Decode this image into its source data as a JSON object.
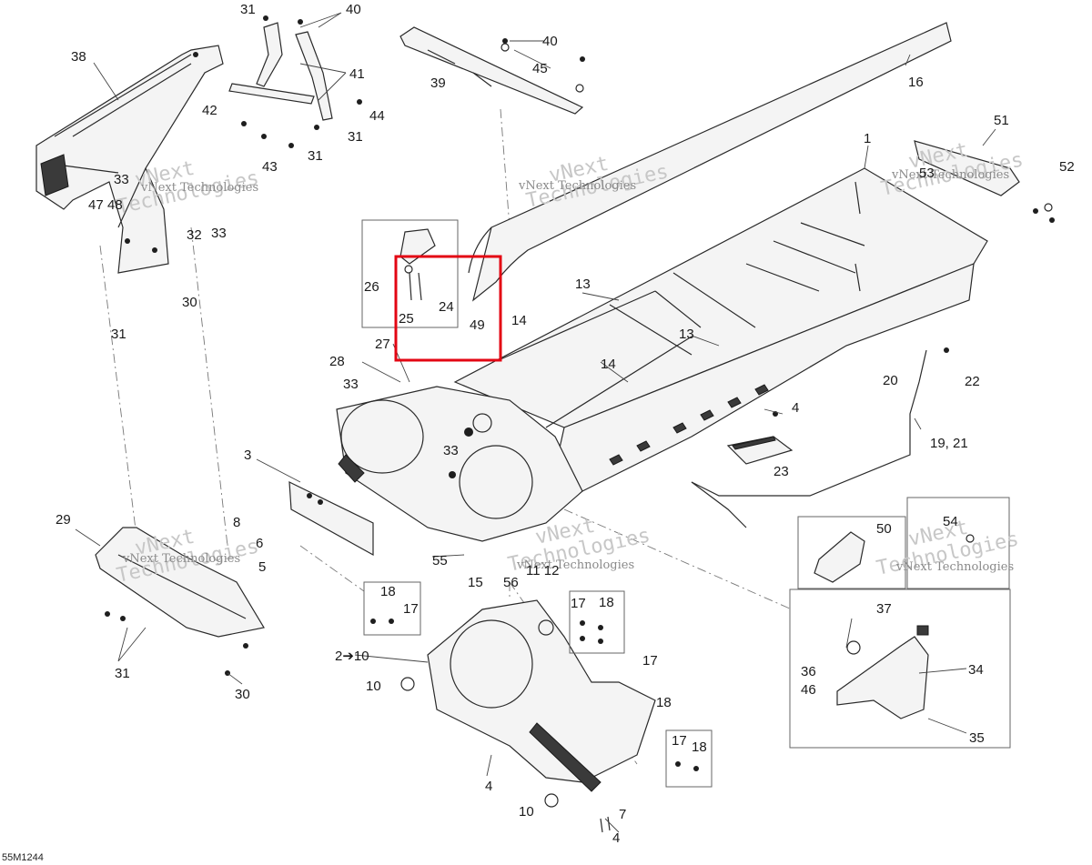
{
  "diagram_code": "55M1244",
  "watermark": {
    "line1": "vNext",
    "line2": "Technologies",
    "caption": "vNext Technologies"
  },
  "callouts": [
    {
      "id": "c1",
      "text": "31"
    },
    {
      "id": "c2",
      "text": "40"
    },
    {
      "id": "c3",
      "text": "38"
    },
    {
      "id": "c4",
      "text": "41"
    },
    {
      "id": "c5",
      "text": "42"
    },
    {
      "id": "c6",
      "text": "44"
    },
    {
      "id": "c7",
      "text": "31"
    },
    {
      "id": "c8",
      "text": "43"
    },
    {
      "id": "c9",
      "text": "31"
    },
    {
      "id": "c10",
      "text": "33"
    },
    {
      "id": "c11",
      "text": "47"
    },
    {
      "id": "c12",
      "text": "48"
    },
    {
      "id": "c13",
      "text": "32"
    },
    {
      "id": "c14",
      "text": "33"
    },
    {
      "id": "c15",
      "text": "30"
    },
    {
      "id": "c16",
      "text": "31"
    },
    {
      "id": "c17",
      "text": "40"
    },
    {
      "id": "c18",
      "text": "45"
    },
    {
      "id": "c19",
      "text": "39"
    },
    {
      "id": "c20",
      "text": "16"
    },
    {
      "id": "c21",
      "text": "1"
    },
    {
      "id": "c22",
      "text": "51"
    },
    {
      "id": "c23",
      "text": "53"
    },
    {
      "id": "c24",
      "text": "52"
    },
    {
      "id": "c25",
      "text": "26"
    },
    {
      "id": "c26",
      "text": "24"
    },
    {
      "id": "c27",
      "text": "25"
    },
    {
      "id": "c28",
      "text": "49"
    },
    {
      "id": "c29",
      "text": "13"
    },
    {
      "id": "c30",
      "text": "14"
    },
    {
      "id": "c31",
      "text": "13"
    },
    {
      "id": "c32",
      "text": "14"
    },
    {
      "id": "c33",
      "text": "27"
    },
    {
      "id": "c34",
      "text": "28"
    },
    {
      "id": "c35",
      "text": "33"
    },
    {
      "id": "c36",
      "text": "20"
    },
    {
      "id": "c37",
      "text": "22"
    },
    {
      "id": "c38",
      "text": "4"
    },
    {
      "id": "c39",
      "text": "19, 21"
    },
    {
      "id": "c40",
      "text": "33"
    },
    {
      "id": "c41",
      "text": "23"
    },
    {
      "id": "c42",
      "text": "3"
    },
    {
      "id": "c43",
      "text": "29"
    },
    {
      "id": "c44",
      "text": "8"
    },
    {
      "id": "c45",
      "text": "6"
    },
    {
      "id": "c46",
      "text": "5"
    },
    {
      "id": "c47",
      "text": "50"
    },
    {
      "id": "c48",
      "text": "54"
    },
    {
      "id": "c49",
      "text": "55"
    },
    {
      "id": "c50",
      "text": "15"
    },
    {
      "id": "c51",
      "text": "56"
    },
    {
      "id": "c52",
      "text": "11 12"
    },
    {
      "id": "c53",
      "text": "18"
    },
    {
      "id": "c54",
      "text": "17"
    },
    {
      "id": "c55",
      "text": "17"
    },
    {
      "id": "c56",
      "text": "18"
    },
    {
      "id": "c57",
      "text": "37"
    },
    {
      "id": "c58",
      "text": "31"
    },
    {
      "id": "c59",
      "text": "30"
    },
    {
      "id": "c60",
      "text": "2➔10"
    },
    {
      "id": "c61",
      "text": "17"
    },
    {
      "id": "c62",
      "text": "10"
    },
    {
      "id": "c63",
      "text": "18"
    },
    {
      "id": "c64",
      "text": "36"
    },
    {
      "id": "c65",
      "text": "34"
    },
    {
      "id": "c66",
      "text": "46"
    },
    {
      "id": "c67",
      "text": "17"
    },
    {
      "id": "c68",
      "text": "18"
    },
    {
      "id": "c69",
      "text": "35"
    },
    {
      "id": "c70",
      "text": "4"
    },
    {
      "id": "c71",
      "text": "10"
    },
    {
      "id": "c72",
      "text": "7"
    },
    {
      "id": "c73",
      "text": "4"
    }
  ],
  "colors": {
    "highlight": "#e30613",
    "line": "#2a2a2a",
    "watermark": "#c7c7c7"
  }
}
